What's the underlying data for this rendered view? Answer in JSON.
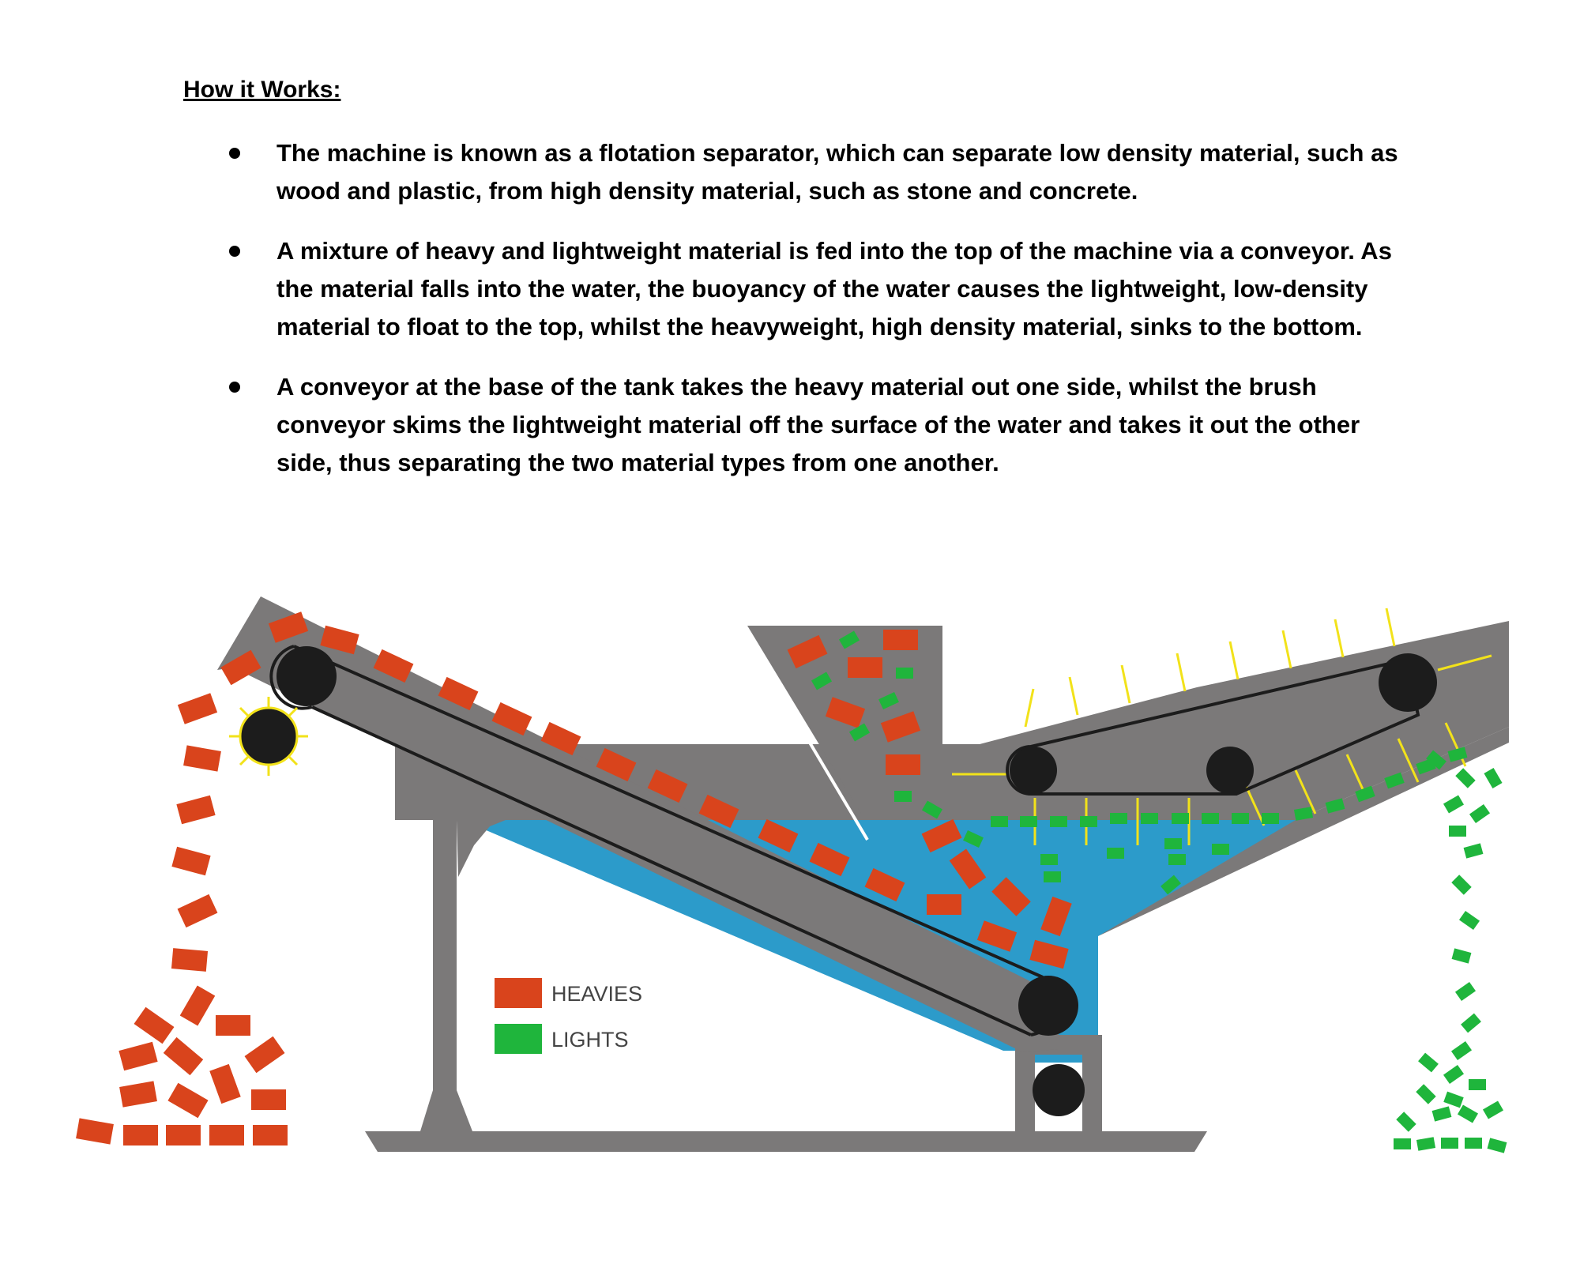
{
  "heading": "How it Works:",
  "bullets": [
    "The machine is known as a flotation separator, which can separate low density material, such as wood and plastic, from high density material, such as stone and concrete.",
    "A mixture of heavy and lightweight material is fed into the top of the machine via a conveyor. As the material falls into the water, the buoyancy of the water causes the lightweight, low-density material to float to the top, whilst the heavyweight, high density material, sinks to the bottom.",
    "A conveyor at the base of the tank takes the heavy material out one side, whilst the brush conveyor skims the lightweight material off the surface of the water and takes it out the other side, thus separating the two material types from one another."
  ],
  "legend": [
    {
      "label": "HEAVIES",
      "color": "#d9441c"
    },
    {
      "label": "LIGHTS",
      "color": "#1fb53c"
    }
  ],
  "colors": {
    "frame": "#7b7979",
    "water": "#2c9bca",
    "roller": "#1c1c1c",
    "brush": "#f2e21a",
    "heavy": "#d9441c",
    "light": "#1fb53c"
  }
}
